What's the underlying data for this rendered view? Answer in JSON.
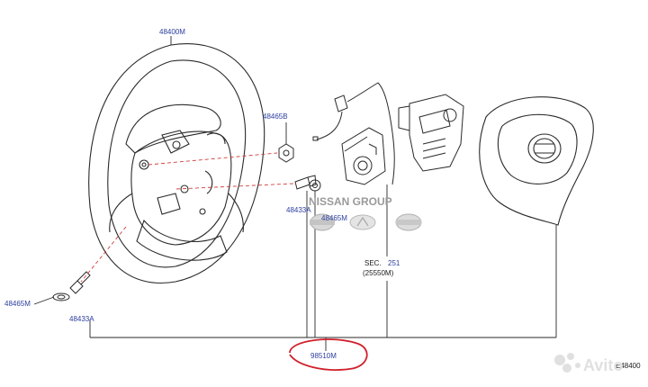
{
  "labels": {
    "steering_wheel": "48400M",
    "nut": "48465B",
    "bolt_right": "48433A",
    "washer_right": "48465M",
    "washer_left": "48465M",
    "bolt_left": "48433A",
    "sec_prefix": "SEC.",
    "sec_number": "251",
    "sec_part": "(25550M)",
    "circled_part": "98510M",
    "corner_code": "E48400"
  },
  "watermark": {
    "brand": "NISSAN GROUP",
    "site": "Avito"
  },
  "colors": {
    "label_blue": "#2b3d9e",
    "leader_red": "#d33a3a",
    "circle_red": "#d0202a",
    "line": "#2a2a2a"
  }
}
